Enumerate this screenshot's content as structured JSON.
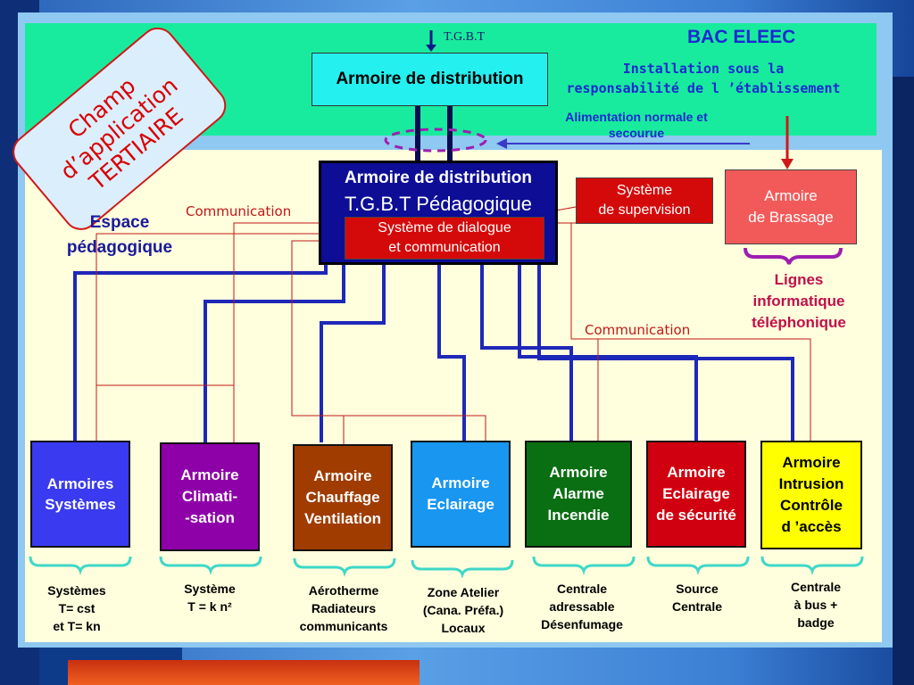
{
  "stamp": {
    "line1": "Champ d’application",
    "line2": "TERTIAIRE"
  },
  "header": {
    "tgbt_label": "T.G.B.T",
    "bac": "BAC  ELEEC",
    "installation": "Installation sous la\nresponsabilité de l ’établissement",
    "alimentation": "Alimentation normale et\nsecourue"
  },
  "top_box": "Armoire de distribution",
  "main_box": {
    "title": "Armoire de distribution",
    "subtitle": "T.G.B.T Pédagogique",
    "dialogue": "Système de dialogue\net communication"
  },
  "supervision": "Système\nde supervision",
  "brassage": "Armoire\nde Brassage",
  "lignes": "Lignes\ninformatique\ntéléphonique",
  "espace": "Espace\npédagogique",
  "communication_left": "Communication",
  "communication_right": "Communication",
  "cabinets": [
    {
      "label": "Armoires\nSystèmes",
      "color": "#3a3af0",
      "caption": "Systèmes\nT= cst\net T= kn"
    },
    {
      "label": "Armoire\nClimati-\n-sation",
      "color": "#8e00a8",
      "caption": "Système\nT = k n²"
    },
    {
      "label": "Armoire\nChauffage\nVentilation",
      "color": "#a03c00",
      "caption": "Aérotherme\nRadiateurs\ncommunicants"
    },
    {
      "label": "Armoire\nEclairage",
      "color": "#1896f0",
      "caption": "Zone Atelier\n(Cana. Préfa.)\nLocaux"
    },
    {
      "label": "Armoire\nAlarme\nIncendie",
      "color": "#0a6e12",
      "caption": "Centrale\nadressable\nDésenfumage"
    },
    {
      "label": "Armoire\nEclairage\nde sécurité",
      "color": "#d00010",
      "caption": "Source\nCentrale"
    },
    {
      "label": "Armoire\nIntrusion\nContrôle\nd ’accès",
      "color": "#ffff00",
      "caption": "Centrale\nà bus +\nbadge"
    }
  ]
}
